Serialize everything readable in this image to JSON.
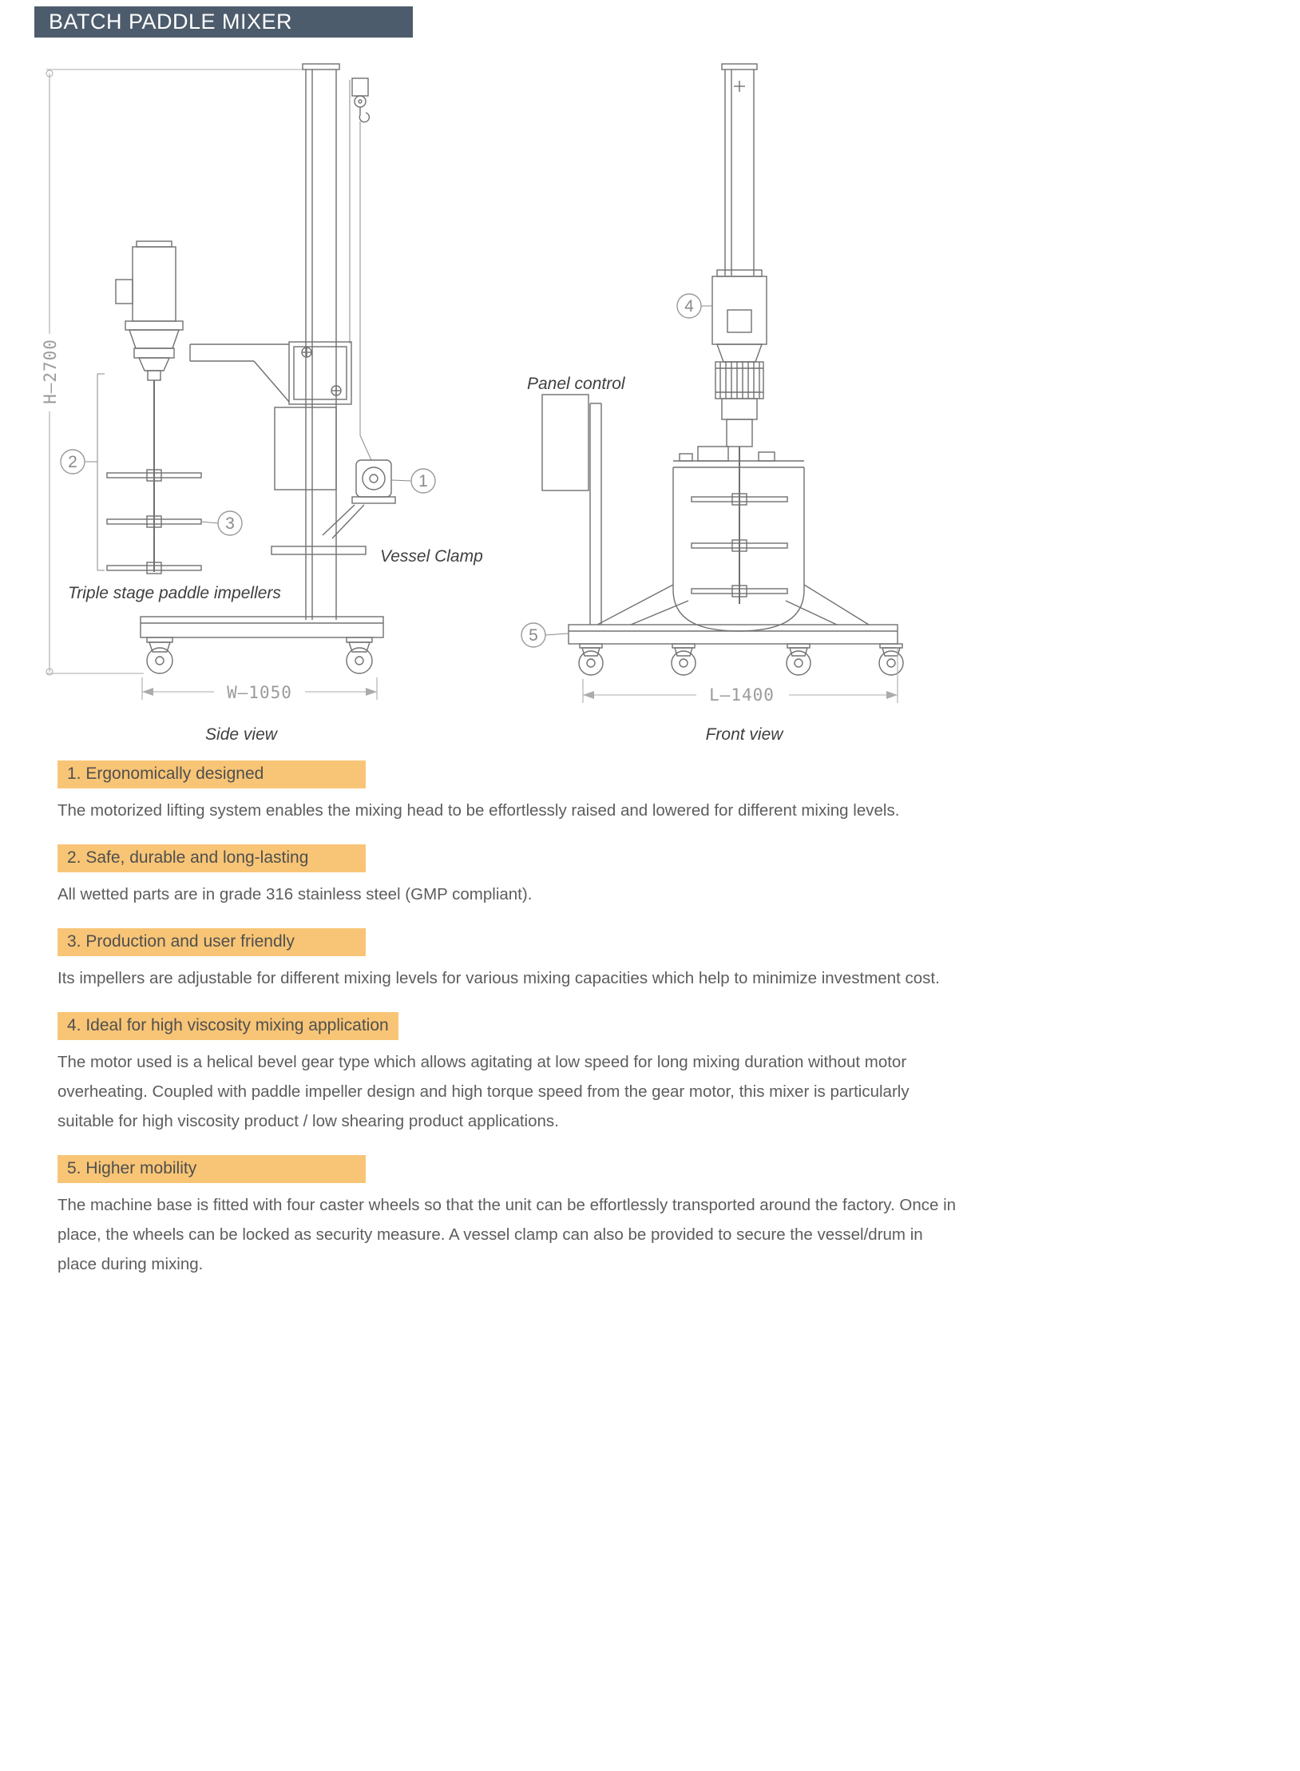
{
  "header": {
    "title": "BATCH PADDLE MIXER"
  },
  "colors": {
    "header_bg": "#4d5c6c",
    "highlight": "#f8c576"
  },
  "diagram": {
    "side_view": {
      "caption": "Side view",
      "dim_height": "H–2700",
      "dim_width": "W–1050",
      "impeller_label": "Triple stage paddle impellers",
      "vessel_clamp_label": "Vessel Clamp"
    },
    "front_view": {
      "caption": "Front view",
      "dim_length": "L–1400",
      "panel_label": "Panel control"
    },
    "callouts": [
      "1",
      "2",
      "3",
      "4",
      "5"
    ]
  },
  "features": [
    {
      "heading": "1. Ergonomically designed",
      "body": "The motorized lifting system enables the mixing head to be effortlessly raised and lowered for different mixing levels."
    },
    {
      "heading": "2. Safe, durable and long-lasting",
      "body": "All wetted parts are in grade 316 stainless steel (GMP compliant)."
    },
    {
      "heading": "3. Production and user friendly",
      "body": "Its impellers are adjustable for different mixing levels for various mixing capacities which help to minimize investment cost."
    },
    {
      "heading": "4. Ideal for high viscosity mixing application",
      "body": "The motor used is a helical bevel gear type which allows agitating at low speed for long mixing duration without motor overheating. Coupled with paddle impeller design and high torque speed from the gear motor, this mixer is particularly suitable for high viscosity product / low shearing product applications."
    },
    {
      "heading": "5. Higher mobility",
      "body": "The machine base is fitted with four caster wheels so that the unit can be effortlessly transported around the factory. Once in place, the wheels can be locked as security measure. A vessel clamp can also be provided to secure the vessel/drum in place during mixing."
    }
  ]
}
